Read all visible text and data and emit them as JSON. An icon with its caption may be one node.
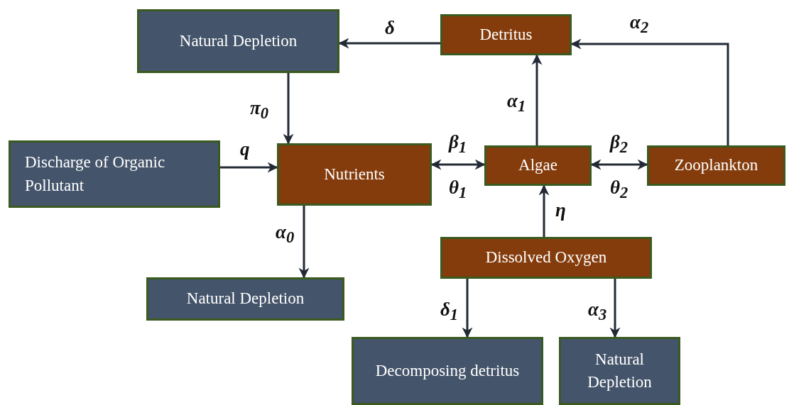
{
  "diagram": {
    "nodes": [
      {
        "text": [
          "Natural Depletion"
        ]
      },
      {
        "text": [
          "Detritus"
        ]
      },
      {
        "text": [
          "Discharge of Organic Pollutant"
        ]
      },
      {
        "text": [
          "Nutrients"
        ]
      },
      {
        "text": [
          "Algae"
        ]
      },
      {
        "text": [
          "Zooplankton"
        ]
      },
      {
        "text": [
          "Natural Depletion"
        ]
      },
      {
        "text": [
          "Dissolved Oxygen"
        ]
      },
      {
        "text": [
          "Decomposing detritus"
        ]
      },
      {
        "text": [
          "Natural Depletion"
        ]
      }
    ],
    "edges": [
      {
        "from": 1,
        "to": 0,
        "arrow": "to",
        "label": "δ"
      },
      {
        "from": 5,
        "to": 1,
        "arrow": "to",
        "label": "α$_{2}$"
      },
      {
        "from": 4,
        "to": 1,
        "arrow": "to",
        "label": "α$_{1}$"
      },
      {
        "from": 0,
        "to": 3,
        "arrow": "to",
        "label": "π$_{0}$"
      },
      {
        "from": 2,
        "to": 3,
        "arrow": "to",
        "label": "q"
      },
      {
        "from": 3,
        "to": 4,
        "arrow": "both",
        "label": "β$_{1}$"
      },
      {
        "from": 4,
        "to": 5,
        "arrow": "both",
        "label": "β$_{2}$"
      },
      {
        "from": 7,
        "to": 4,
        "arrow": "to",
        "label": "η"
      },
      {
        "from": 3,
        "to": 6,
        "arrow": "to",
        "label": "α$_{0}$"
      },
      {
        "from": 7,
        "to": 8,
        "arrow": "to",
        "label": "δ$_{1}$"
      },
      {
        "from": 7,
        "to": 9,
        "arrow": "to",
        "label": "α$_{3}$"
      }
    ],
    "labels": [
      "θ$_{1}$",
      "θ$_{2}$"
    ]
  }
}
